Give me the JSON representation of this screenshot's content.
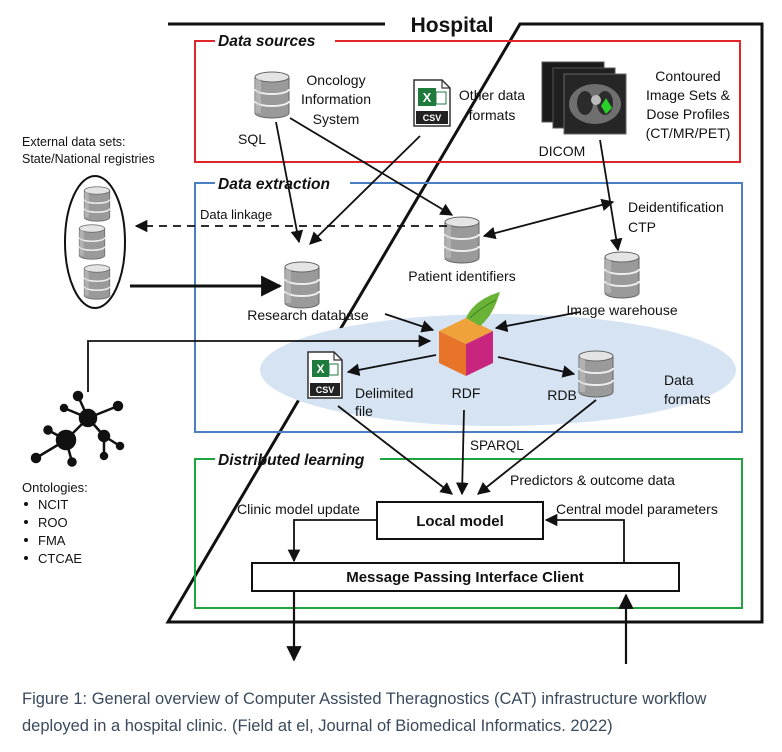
{
  "hospital_title": "Hospital",
  "sections": {
    "data_sources": "Data sources",
    "data_extraction": "Data extraction",
    "distributed_learning": "Distributed learning"
  },
  "sources": {
    "sql_label": "SQL",
    "oncology": [
      "Oncology",
      "Information",
      "System"
    ],
    "other_formats": [
      "Other data",
      "formats"
    ],
    "csv_tag": "CSV",
    "xls_tag": "X",
    "dicom_label": "DICOM",
    "contoured": [
      "Contoured",
      "Image Sets &",
      "Dose Profiles",
      "(CT/MR/PET)"
    ]
  },
  "extraction": {
    "data_linkage": "Data linkage",
    "deidentification": [
      "Deidentification",
      "CTP"
    ],
    "patient_identifiers": "Patient identifiers",
    "research_database": "Research database",
    "image_warehouse": "Image warehouse",
    "delimited_file": [
      "Delimited",
      "file"
    ],
    "rdf": "RDF",
    "rdb": "RDB",
    "data_formats": [
      "Data",
      "formats"
    ]
  },
  "external": [
    "External data sets:",
    "State/National registries"
  ],
  "ontologies": {
    "title": "Ontologies:",
    "items": [
      "NCIT",
      "ROO",
      "FMA",
      "CTCAE"
    ]
  },
  "learning": {
    "sparql": "SPARQL",
    "predictors": "Predictors & outcome data",
    "clinic_update": "Clinic model update",
    "central_params": "Central model parameters",
    "local_model": "Local model",
    "mpi_client": "Message Passing Interface Client"
  },
  "caption": "Figure 1: General overview of Computer Assisted Theragnostics (CAT) infrastructure workflow deployed in a hospital clinic. (Field at el, Journal of Biomedical Informatics. 2022)",
  "colors": {
    "data_sources_border": "#e0262a",
    "data_extraction_border": "#4a7fc4",
    "distributed_learning_border": "#1ea53f",
    "ellipse_fill": "#d6e3f3",
    "caption_text": "#3a4a5c"
  }
}
